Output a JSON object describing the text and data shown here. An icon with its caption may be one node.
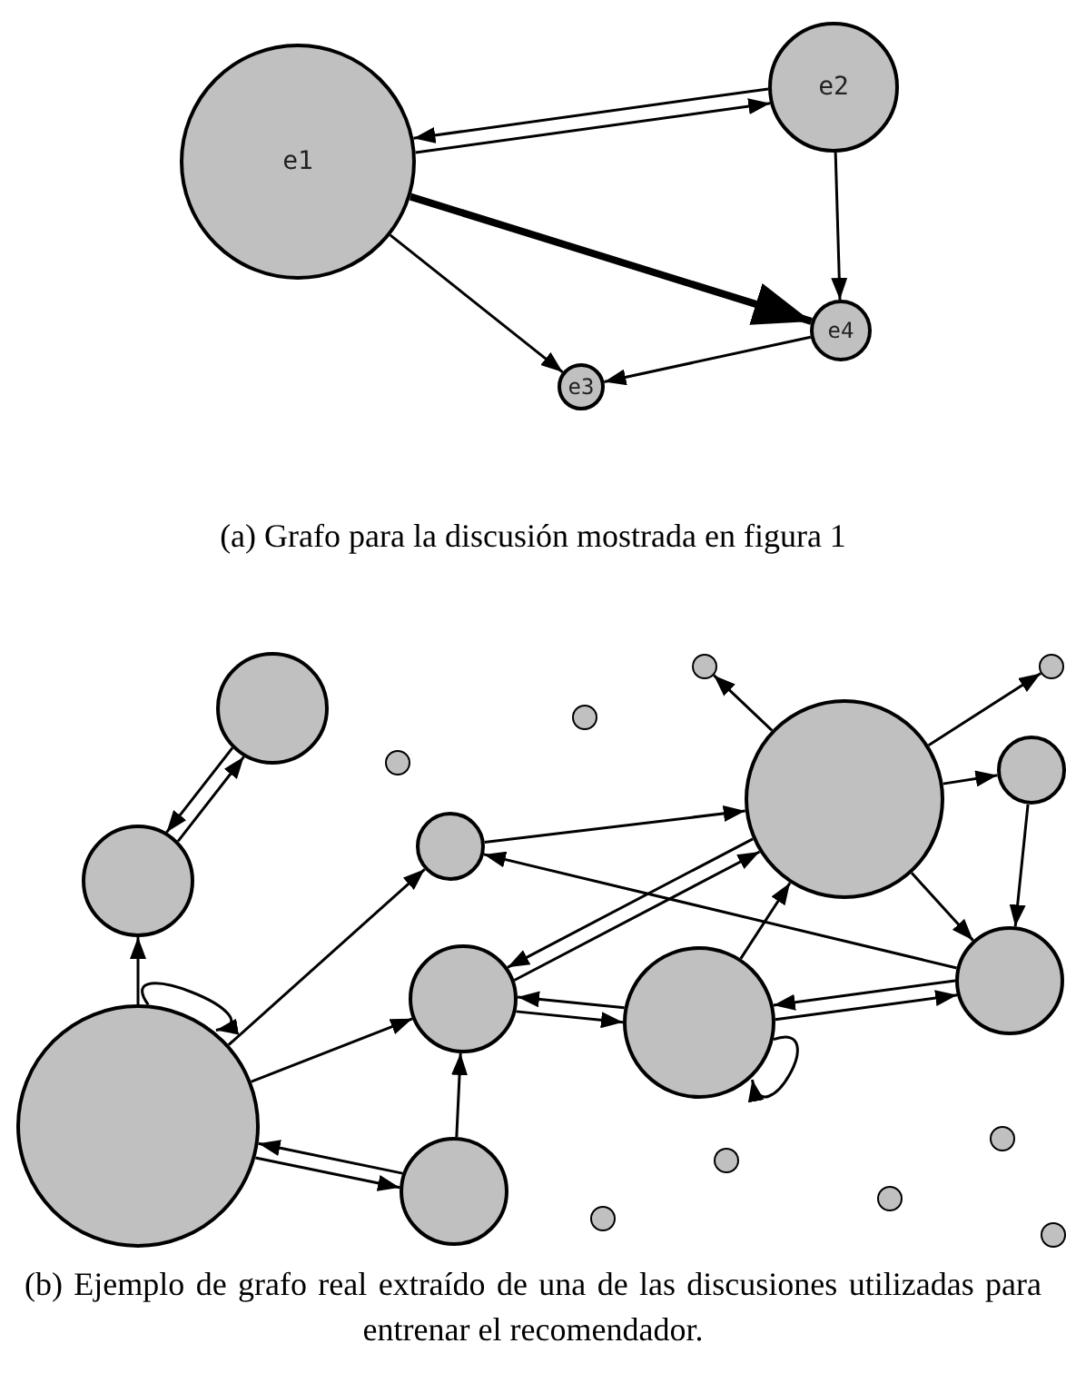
{
  "diagram": {
    "nodes": [
      {
        "text": [
          "e1"
        ]
      },
      {
        "text": [
          "e2"
        ]
      },
      {
        "text": [
          "e4"
        ]
      },
      {
        "text": [
          "e3"
        ]
      },
      {
        "text": [],
        "shape": "circle"
      },
      {
        "text": [],
        "shape": "circle"
      },
      {
        "text": [],
        "shape": "circle"
      },
      {
        "text": [],
        "shape": "circle"
      },
      {
        "text": [],
        "shape": "circle"
      },
      {
        "text": [],
        "shape": "circle"
      },
      {
        "text": [],
        "shape": "circle"
      },
      {
        "text": [],
        "shape": "circle"
      },
      {
        "text": [],
        "shape": "circle"
      },
      {
        "text": [],
        "shape": "circle"
      },
      {
        "text": [],
        "shape": "circle"
      },
      {
        "text": [],
        "shape": "circle"
      },
      {
        "text": [],
        "shape": "circle"
      },
      {
        "text": [],
        "shape": "circle"
      },
      {
        "text": [],
        "shape": "circle"
      },
      {
        "text": [],
        "shape": "circle"
      },
      {
        "text": [],
        "shape": "circle"
      },
      {
        "text": [],
        "shape": "circle"
      },
      {
        "text": [],
        "shape": "circle"
      }
    ],
    "edges": [
      {
        "from": 0,
        "to": 1,
        "arrow": "to"
      },
      {
        "from": 1,
        "to": 0,
        "arrow": "to"
      },
      {
        "from": 0,
        "to": 2,
        "arrow": "to",
        "style": "thick"
      },
      {
        "from": 1,
        "to": 2,
        "arrow": "to"
      },
      {
        "from": 0,
        "to": 3,
        "arrow": "to"
      },
      {
        "from": 2,
        "to": 3,
        "arrow": "to"
      },
      {
        "from": 12,
        "to": 4,
        "arrow": "to"
      },
      {
        "from": 4,
        "to": 12,
        "arrow": "to"
      },
      {
        "from": 16,
        "to": 12,
        "arrow": "to"
      },
      {
        "from": 16,
        "to": 16,
        "arrow": "to"
      },
      {
        "from": 16,
        "to": 11,
        "arrow": "to"
      },
      {
        "from": 16,
        "to": 14,
        "arrow": "to"
      },
      {
        "from": 19,
        "to": 16,
        "arrow": "to"
      },
      {
        "from": 16,
        "to": 19,
        "arrow": "to"
      },
      {
        "from": 19,
        "to": 14,
        "arrow": "to"
      },
      {
        "from": 11,
        "to": 10,
        "arrow": "to"
      },
      {
        "from": 13,
        "to": 11,
        "arrow": "to"
      },
      {
        "from": 14,
        "to": 10,
        "arrow": "to"
      },
      {
        "from": 10,
        "to": 14,
        "arrow": "to"
      },
      {
        "from": 15,
        "to": 14,
        "arrow": "to"
      },
      {
        "from": 14,
        "to": 15,
        "arrow": "to"
      },
      {
        "from": 15,
        "to": 10,
        "arrow": "to"
      },
      {
        "from": 10,
        "to": 5,
        "arrow": "to"
      },
      {
        "from": 10,
        "to": 6,
        "arrow": "to"
      },
      {
        "from": 10,
        "to": 9,
        "arrow": "to"
      },
      {
        "from": 10,
        "to": 13,
        "arrow": "to"
      },
      {
        "from": 9,
        "to": 13,
        "arrow": "to"
      },
      {
        "from": 13,
        "to": 15,
        "arrow": "to"
      },
      {
        "from": 15,
        "to": 13,
        "arrow": "to"
      },
      {
        "from": 15,
        "to": 15,
        "arrow": "to"
      }
    ],
    "labels": [
      "(a) Grafo para la discusión mostrada en figura 1",
      "(b) Ejemplo de grafo real extraído de una de las discusiones utilizadas para entrenar el recomendador."
    ]
  }
}
